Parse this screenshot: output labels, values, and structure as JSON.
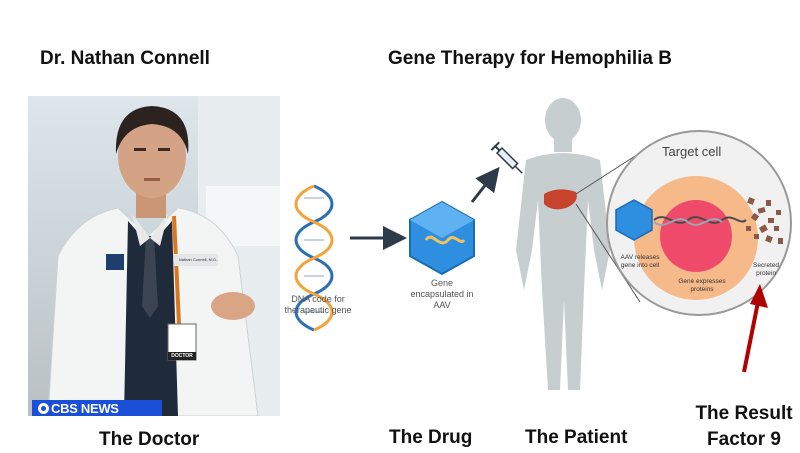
{
  "headings": {
    "doctor_name": "Dr. Nathan Connell",
    "title": "Gene Therapy for Hemophilia B"
  },
  "photo": {
    "badge_name": "Nathan Connell, M.D.",
    "badge_label": "DOCTOR",
    "network_logo": "CBS NEWS"
  },
  "diagram": {
    "dna_label": "DNA code for therapeutic gene",
    "aav_label": "Gene encapsulated in AAV",
    "cell_title": "Target cell",
    "aav_release_label": "AAV releases gene into cell",
    "express_label": "Gene expresses proteins",
    "secreted_label": "Secreted protein"
  },
  "captions": {
    "doctor": "The Doctor",
    "drug": "The Drug",
    "patient": "The Patient",
    "result_line1": "The Result",
    "result_line2": "Factor 9"
  },
  "colors": {
    "arrow_red": "#b00000",
    "aav_blue": "#2e8fe0",
    "body_gray": "#c7cecf",
    "liver_red": "#c8432d",
    "cbs_blue": "#1a4fd8"
  }
}
